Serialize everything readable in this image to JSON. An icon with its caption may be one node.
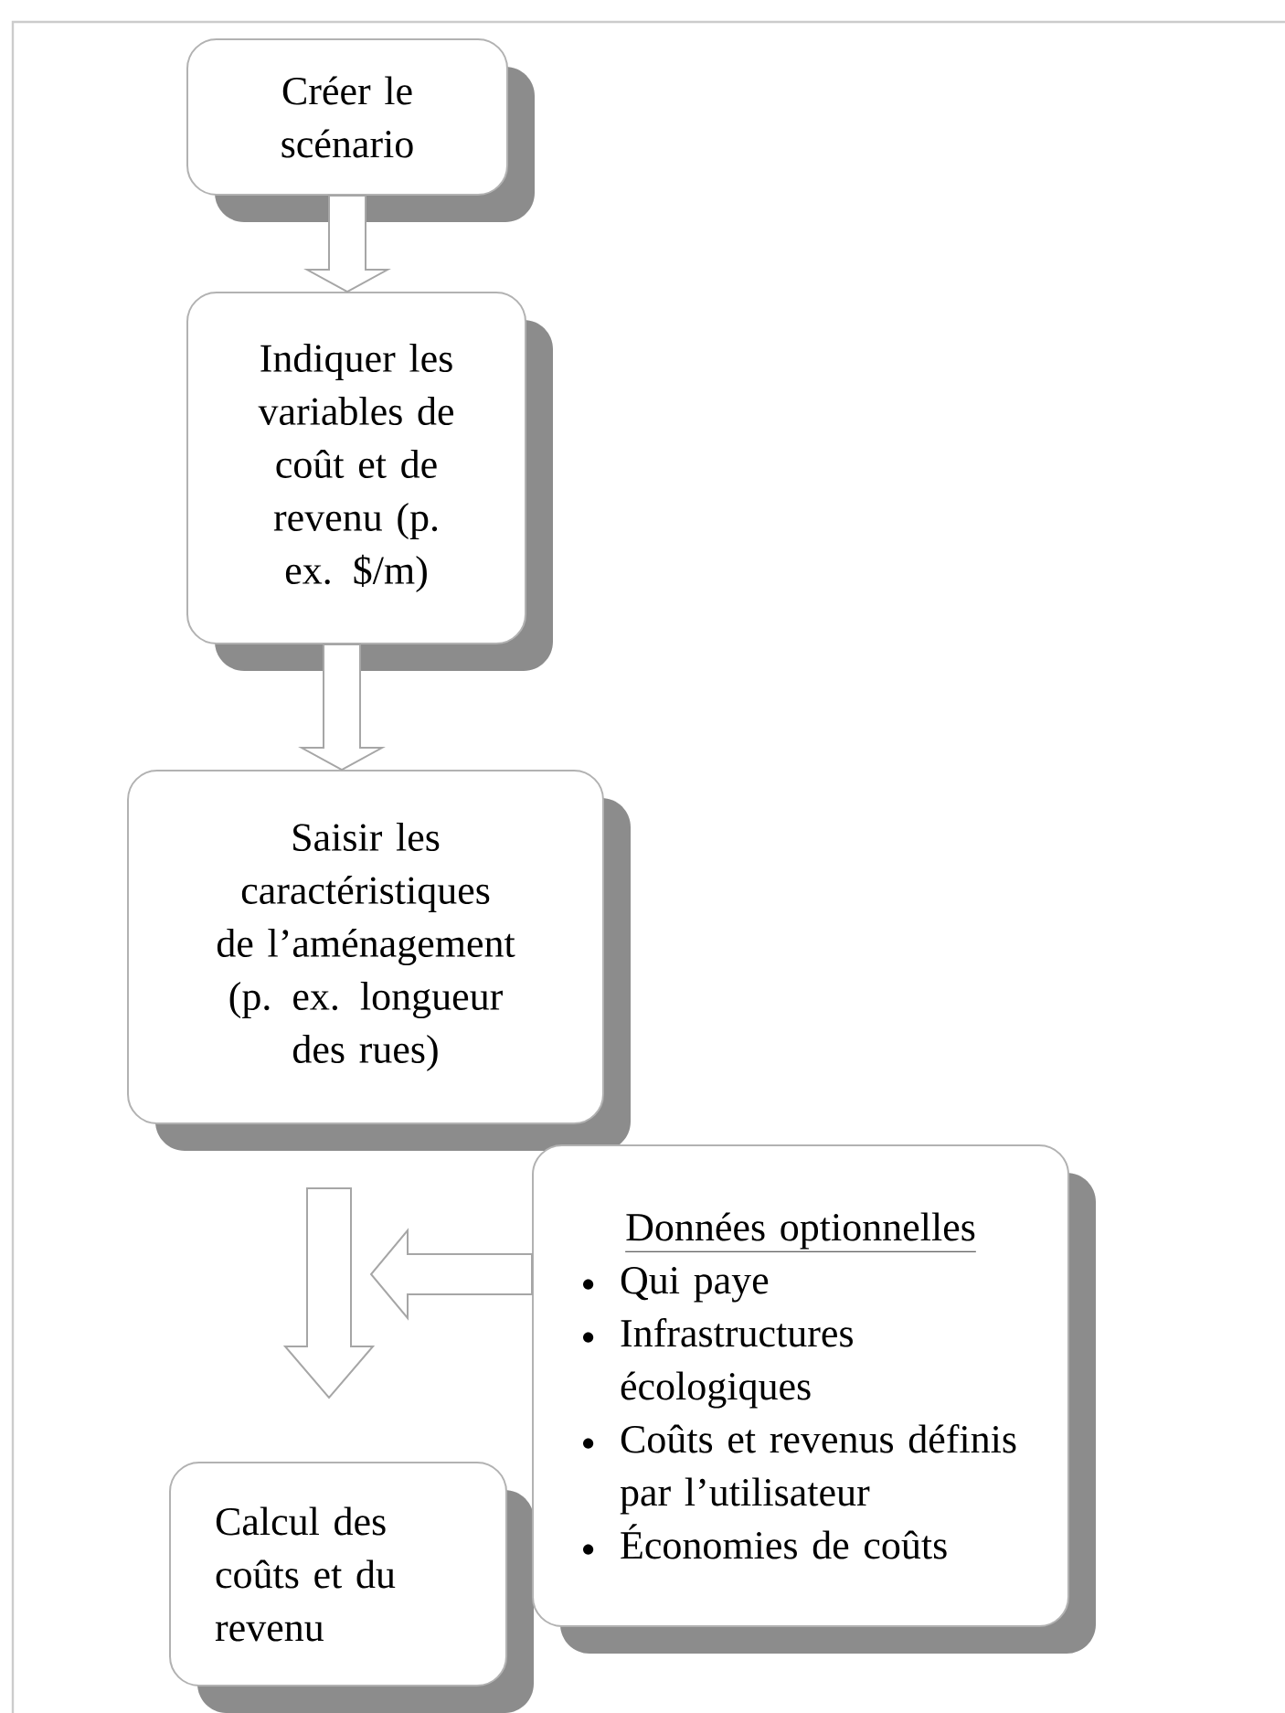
{
  "diagram": {
    "nodes": [
      {
        "text": [
          "Créer le scénario"
        ]
      },
      {
        "text": [
          "Indiquer les variables de coût et de revenu (p. ex. $/m)"
        ]
      },
      {
        "text": [
          "Saisir les caractéristiques de l’aménagement (p. ex. longueur des rues)"
        ]
      },
      {
        "text": [
          "Calcul des coûts et du revenu"
        ]
      },
      {
        "text": [
          "Données optionnelles",
          "Qui paye",
          "Infrastructures écologiques",
          "Coûts et revenus définis par l’utilisateur",
          "Économies de coûts"
        ]
      }
    ],
    "edges": [
      {
        "from": 0,
        "to": 1,
        "arrow": "to"
      },
      {
        "from": 1,
        "to": 2,
        "arrow": "to"
      },
      {
        "from": 2,
        "to": 3,
        "arrow": "to"
      },
      {
        "from": 4,
        "to": null,
        "arrow": "to"
      }
    ]
  }
}
